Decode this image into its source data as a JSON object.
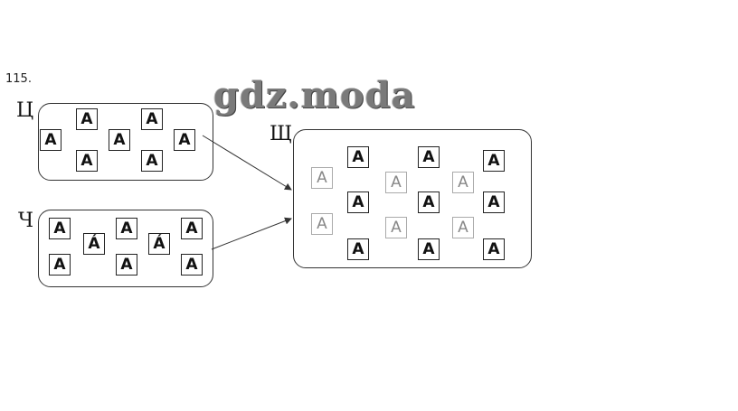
{
  "problem_number": "115.",
  "watermark": "gdz.moda",
  "sets": {
    "ts": {
      "label": "Ц",
      "letter": "A"
    },
    "ch": {
      "label": "Ч",
      "letter": "A",
      "accent_letter": "Á"
    },
    "shch": {
      "label": "Щ",
      "letter": "A"
    }
  }
}
